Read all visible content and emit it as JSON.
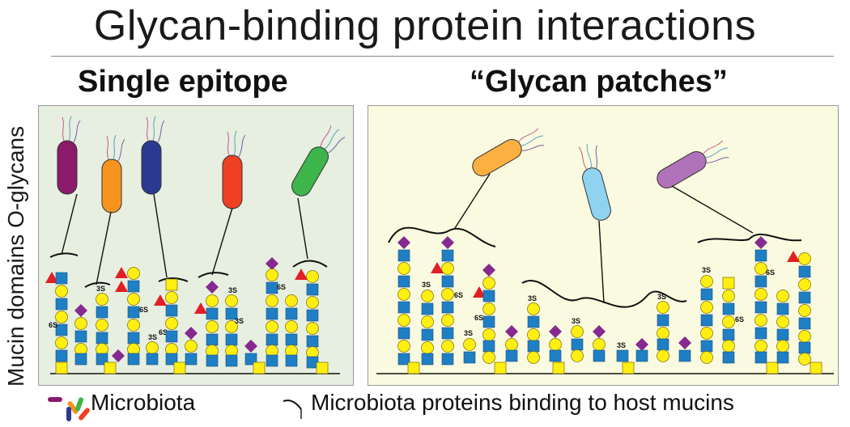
{
  "title": "Glycan-binding protein interactions",
  "side_label": "Mucin domains O-glycans",
  "left_heading": "Single epitope",
  "right_heading": "“Glycan patches”",
  "legend": {
    "microbiota_label": "Microbiota",
    "binding_label": "Microbiota proteins binding to host mucins"
  },
  "sulfation_labels": [
    "3S",
    "6S"
  ],
  "colors": {
    "glcnac_blue": "#1f7fc4",
    "gal_yellow": "#ffee11",
    "fucose_red": "#e41e26",
    "sialic_purple": "#862990",
    "left_panel_bg": "#e6efe0",
    "right_panel_bg": "#fafae0",
    "bacteria": [
      "#8b1a6b",
      "#f7941d",
      "#2b3990",
      "#ef4023",
      "#3db54a",
      "#fbb040",
      "#8fd3f0",
      "#b072b8"
    ]
  },
  "icons": [
    "bacterium-icon",
    "glcnac-square-icon",
    "galactose-circle-icon",
    "fucose-triangle-icon",
    "sialic-acid-diamond-icon",
    "binding-bracket-icon"
  ]
}
